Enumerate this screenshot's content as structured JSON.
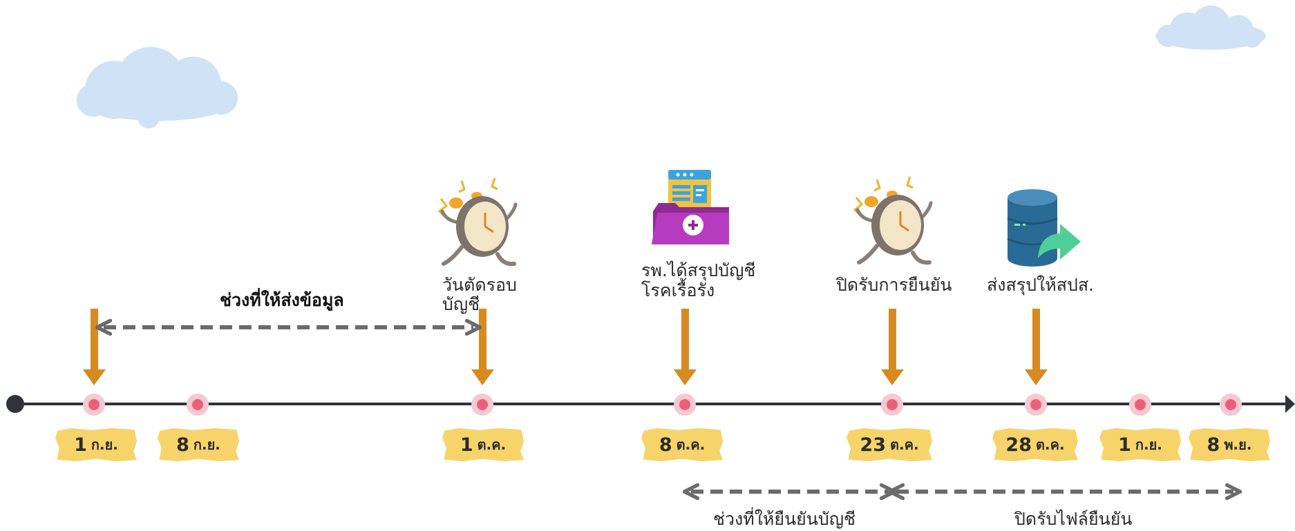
{
  "colors": {
    "timeline": "#2e323b",
    "arrow": "#d68a1f",
    "dot_outer": "#f6c8cf",
    "dot_inner": "#ec5f7a",
    "dashed": "#6b6b6b",
    "cloud": "#cfe2f6",
    "date_bg": "#f7d46a"
  },
  "icons": [
    "alarm-clock-icon",
    "hospital-account-icon",
    "alarm-clock-icon",
    "database-send-icon",
    "cloud-icon"
  ],
  "labels": {
    "send_period": "ช่วงที่ให้ส่งข้อมูล",
    "cutoff_line1": "วันตัดรอบ",
    "cutoff_line2": "บัญชี",
    "hospital_line1": "รพ.ได้สรุปบัญชี",
    "hospital_line2": "โรคเรื้อรัง",
    "close_confirm": "ปิดรับการยืนยัน",
    "send_summary": "ส่งสรุปให้สปส.",
    "confirm_period": "ช่วงที่ให้ยืนยันบัญชี",
    "close_file": "ปิดรับไฟล์ยืนยัน"
  },
  "dates": [
    {
      "day": "1",
      "month": "ก.ย."
    },
    {
      "day": "8",
      "month": "ก.ย."
    },
    {
      "day": "1",
      "month": "ต.ค."
    },
    {
      "day": "8",
      "month": "ต.ค."
    },
    {
      "day": "23",
      "month": "ต.ค."
    },
    {
      "day": "28",
      "month": "ต.ค."
    },
    {
      "day": "1",
      "month": "ก.ย."
    },
    {
      "day": "8",
      "month": "พ.ย."
    }
  ]
}
